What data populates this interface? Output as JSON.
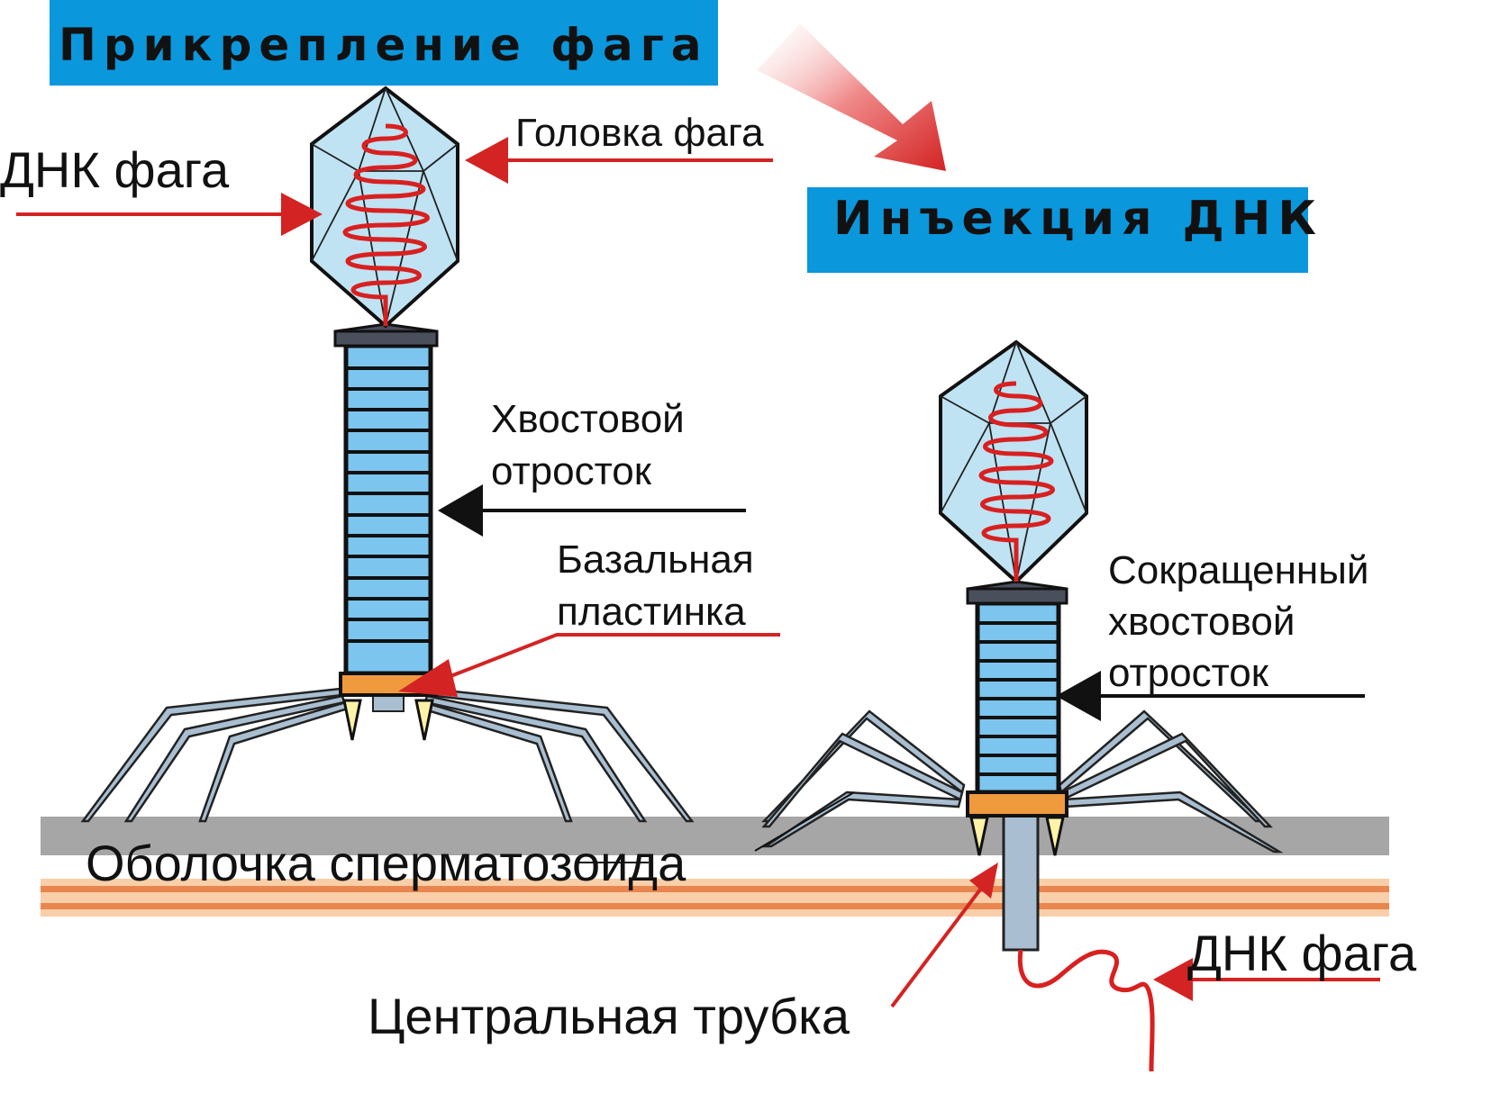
{
  "titles": {
    "attachment": "Прикрепление фага",
    "injection": "Инъекция ДНК"
  },
  "labels": {
    "phage_dna_left": "ДНК фага",
    "phage_head": "Головка фага",
    "tail_line1": "Хвостовой",
    "tail_line2": "отросток",
    "baseplate_line1": "Базальная",
    "baseplate_line2": "пластинка",
    "contracted_line1": "Сокращенный",
    "contracted_line2": "хвостовой",
    "contracted_line3": "отросток",
    "membrane": "Оболочка сперматозоида",
    "central_tube": "Центральная трубка",
    "phage_dna_right": "ДНК фага"
  },
  "colors": {
    "title_bg": "#0b97dc",
    "arrow_red": "#d42323",
    "arrow_black": "#111111",
    "membrane_gray": "#a6a6a6",
    "membrane_orange": "#e9864f",
    "membrane_light": "#f8cfa8",
    "head_fill": "#bfe3f3",
    "tail_fill": "#7cc5ef",
    "collar": "#4a4f5c",
    "baseplate": "#f09a3e",
    "fiber": "#a9bfd1",
    "dna": "#d92020"
  }
}
